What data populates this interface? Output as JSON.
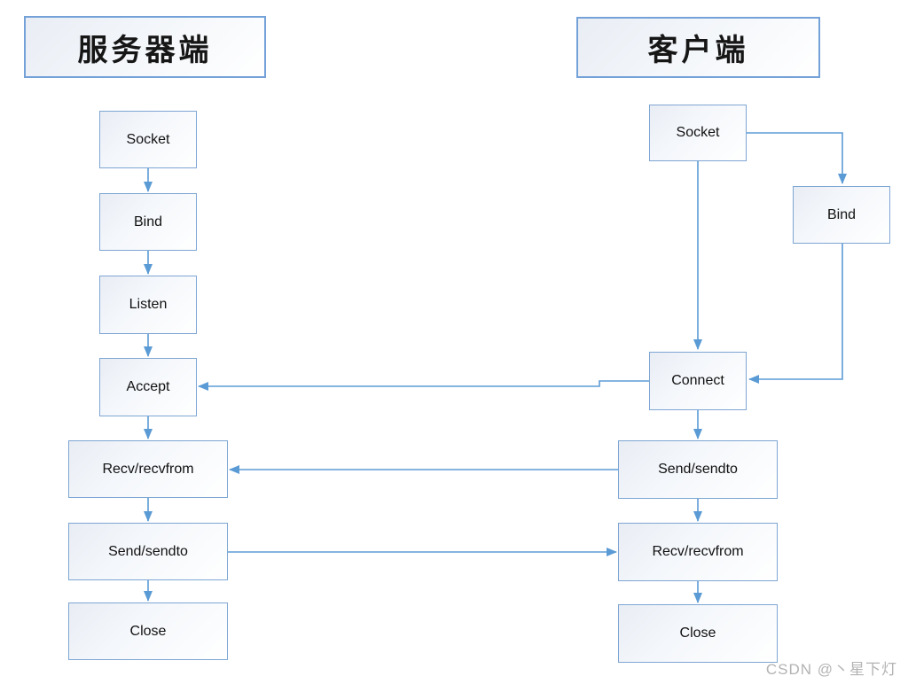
{
  "diagram": {
    "server": {
      "title": "服务器端",
      "nodes": {
        "socket": "Socket",
        "bind": "Bind",
        "listen": "Listen",
        "accept": "Accept",
        "recv": "Recv/recvfrom",
        "send": "Send/sendto",
        "close": "Close"
      }
    },
    "client": {
      "title": "客户端",
      "nodes": {
        "socket": "Socket",
        "bind": "Bind",
        "connect": "Connect",
        "send": "Send/sendto",
        "recv": "Recv/recvfrom",
        "close": "Close"
      }
    },
    "edges": [
      {
        "from": "server.socket",
        "to": "server.bind"
      },
      {
        "from": "server.bind",
        "to": "server.listen"
      },
      {
        "from": "server.listen",
        "to": "server.accept"
      },
      {
        "from": "server.accept",
        "to": "server.recv"
      },
      {
        "from": "server.recv",
        "to": "server.send"
      },
      {
        "from": "server.send",
        "to": "server.close"
      },
      {
        "from": "client.socket",
        "to": "client.bind"
      },
      {
        "from": "client.socket",
        "to": "client.connect"
      },
      {
        "from": "client.bind",
        "to": "client.connect"
      },
      {
        "from": "client.connect",
        "to": "server.accept"
      },
      {
        "from": "client.connect",
        "to": "client.send"
      },
      {
        "from": "client.send",
        "to": "server.recv"
      },
      {
        "from": "server.send",
        "to": "client.recv"
      },
      {
        "from": "client.send",
        "to": "client.recv"
      },
      {
        "from": "client.recv",
        "to": "client.close"
      }
    ],
    "watermark": "CSDN @丶星下灯",
    "colors": {
      "arrow": "#5b9bd5",
      "node_border": "#7ea6d3",
      "title_border": "#74a2d8",
      "node_fill_start": "#e9edf4",
      "node_fill_end": "#ffffff",
      "watermark_text": "#b3b3b3"
    }
  }
}
